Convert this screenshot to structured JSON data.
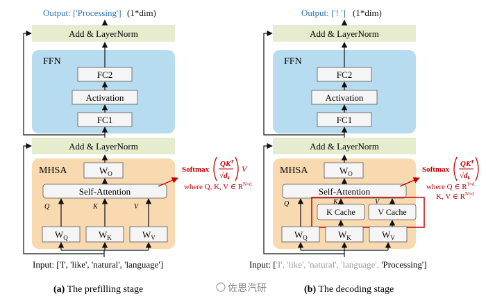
{
  "panel_a": {
    "output_label": "Output: ['Processing']",
    "output_dim": "(1*dim)",
    "ffn_label": "FFN",
    "add_norm": "Add & LayerNorm",
    "fc2": "FC2",
    "activation": "Activation",
    "fc1": "FC1",
    "mhsa_label": "MHSA",
    "wo": "W",
    "wo_sub": "O",
    "self_attention": "Self-Attention",
    "q": "Q",
    "k": "K",
    "v": "V",
    "wq": "W",
    "wq_sub": "Q",
    "wk": "W",
    "wk_sub": "K",
    "wv": "W",
    "wv_sub": "V",
    "input_label": "Input: ['I', 'like', 'natural', 'language']",
    "softmax_word": "Softmax",
    "softmax_where": "where Q, K, V ∈ R",
    "softmax_where_sup": "N×d",
    "caption_bold": "(a)",
    "caption_rest": " The prefilling stage"
  },
  "panel_b": {
    "output_label": "Output: ['! ']",
    "output_dim": "(1*dim)",
    "ffn_label": "FFN",
    "add_norm": "Add & LayerNorm",
    "fc2": "FC2",
    "activation": "Activation",
    "fc1": "FC1",
    "mhsa_label": "MHSA",
    "wo": "W",
    "wo_sub": "O",
    "self_attention": "Self-Attention",
    "q": "Q",
    "k": "K",
    "v": "V",
    "k_cache": "K Cache",
    "v_cache": "V Cache",
    "wq": "W",
    "wq_sub": "Q",
    "wk": "W",
    "wk_sub": "K",
    "wv": "W",
    "wv_sub": "V",
    "input_prefix": "Input: [",
    "input_grey": "'I', 'like', 'natural', 'language',",
    "input_black": " 'Processing']",
    "softmax_word": "Softmax",
    "softmax_where1": "where Q ∈ R",
    "softmax_where1_sup": "1×d",
    "softmax_where2": "K, V ∈ R",
    "softmax_where2_sup": "N×d",
    "caption_bold": "(b)",
    "caption_rest": " The decoding stage"
  },
  "watermark": "佐思汽研",
  "colors": {
    "add_norm_fill": "#e6edcf",
    "ffn_fill": "#b8dcef",
    "mhsa_fill": "#f8d9b0",
    "accent_red": "#c00000",
    "output_blue": "#2e74b5"
  }
}
